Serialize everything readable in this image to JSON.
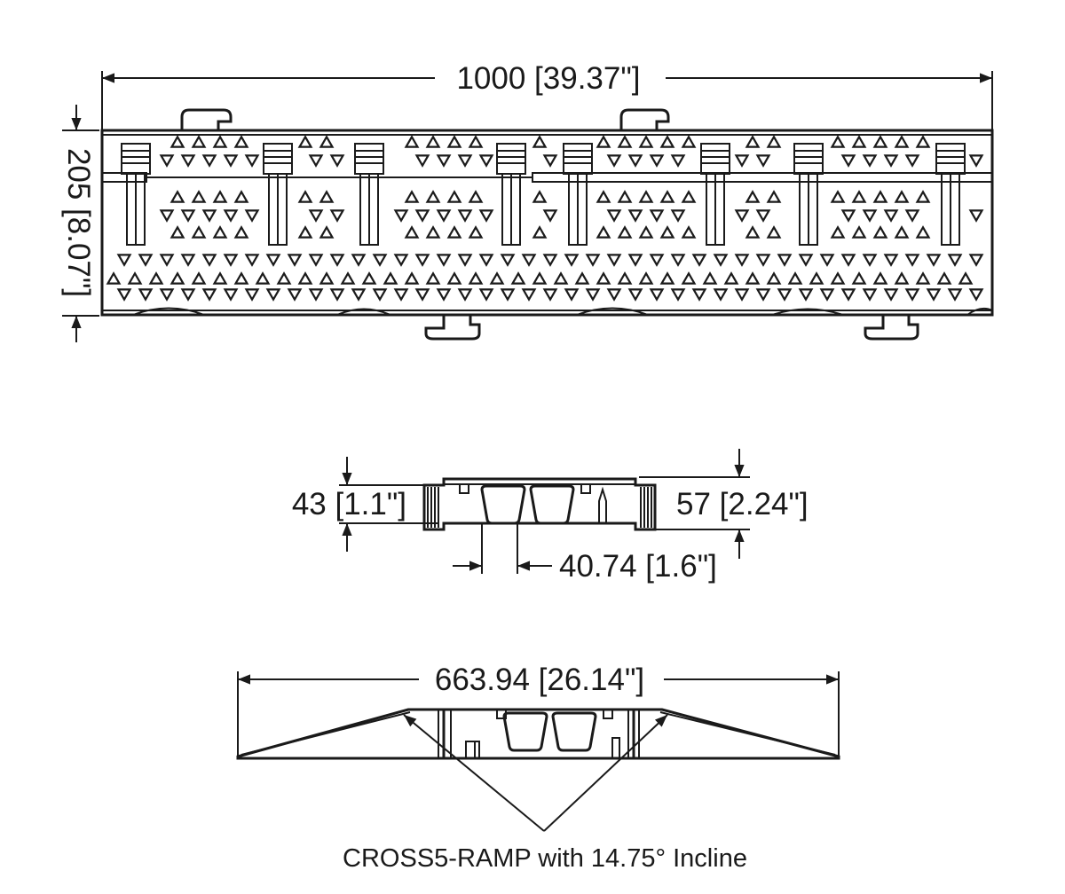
{
  "top_view": {
    "length_label": "1000 [39.37\"]",
    "width_label": "205 [8.07\"]"
  },
  "end_view": {
    "inner_height_label": "43 [1.1\"]",
    "outer_height_label": "57 [2.24\"]",
    "channel_width_label": "40.74 [1.6\"]"
  },
  "ramp_view": {
    "overall_width_label": "663.94 [26.14\"]",
    "caption": "CROSS5-RAMP with 14.75° Incline"
  },
  "colors": {
    "ink": "#1a1a1a",
    "background": "#ffffff"
  }
}
